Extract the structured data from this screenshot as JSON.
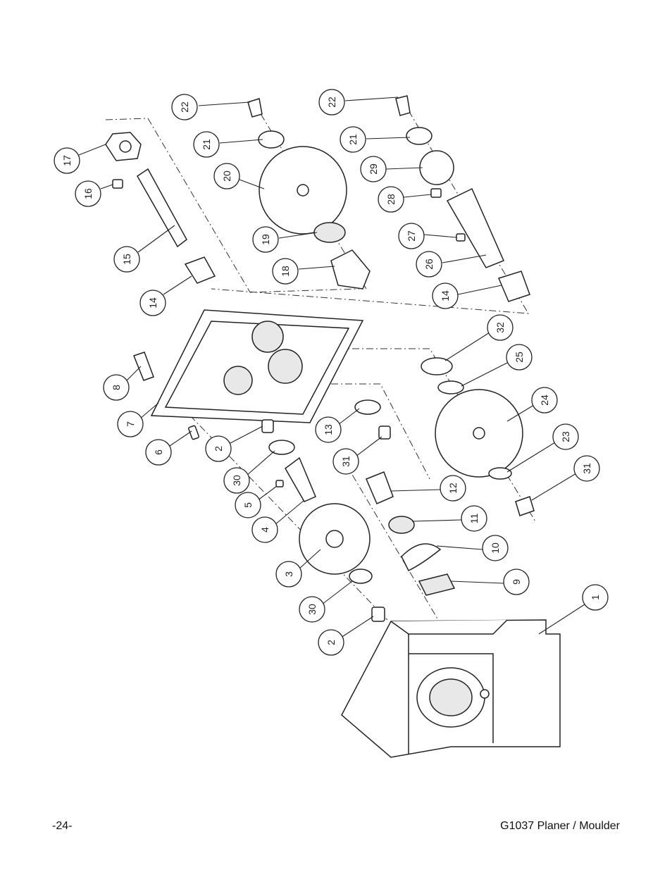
{
  "footer": {
    "page_number": "-24-",
    "title": "G1037 Planer / Moulder"
  },
  "callouts": [
    "22",
    "21",
    "20",
    "19",
    "18",
    "17",
    "16",
    "15",
    "14",
    "22",
    "21",
    "29",
    "28",
    "27",
    "26",
    "14",
    "32",
    "25",
    "24",
    "23",
    "31",
    "8",
    "7",
    "6",
    "2",
    "30",
    "5",
    "4",
    "3",
    "30",
    "2",
    "13",
    "31",
    "12",
    "11",
    "10",
    "9",
    "1"
  ]
}
